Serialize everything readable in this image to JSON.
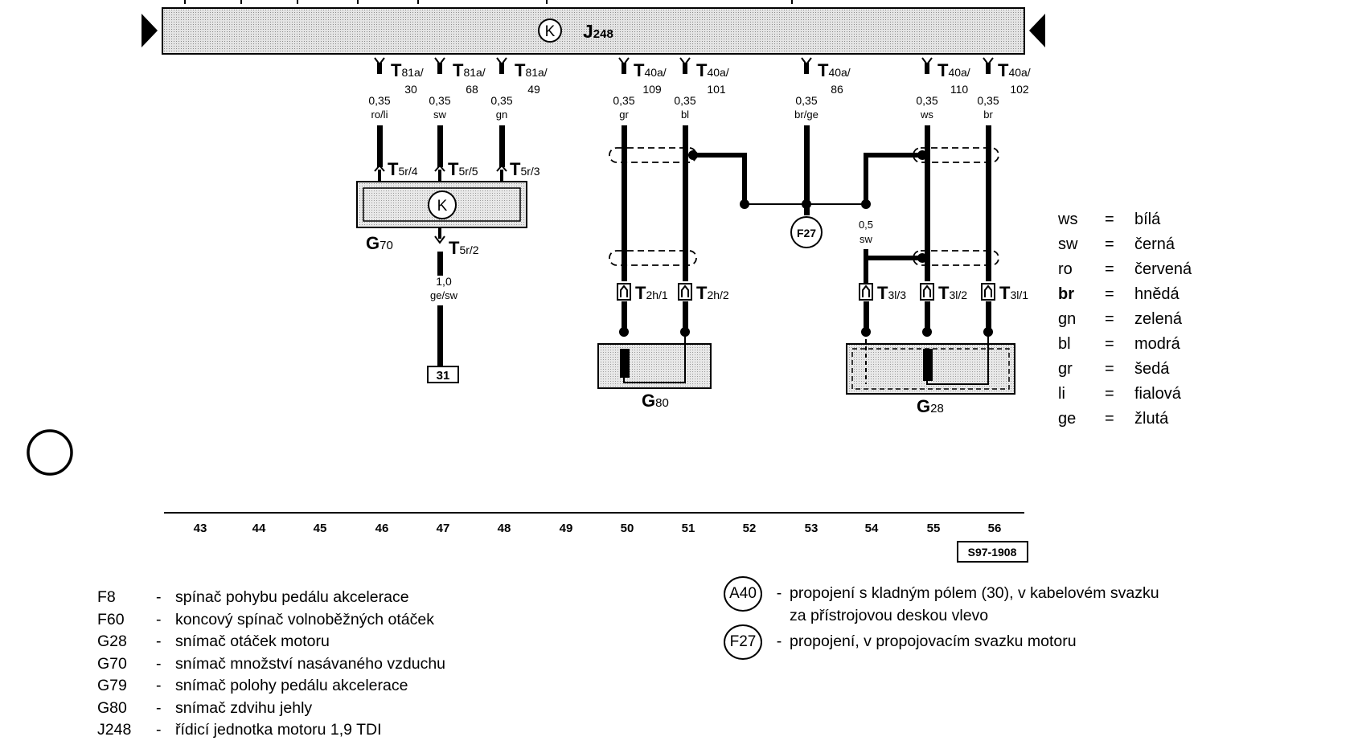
{
  "control_unit": {
    "k_symbol": "K",
    "label": "J",
    "sub": "248"
  },
  "connectors_top": [
    {
      "main": "81a/",
      "pin": "30"
    },
    {
      "main": "81a/",
      "pin": "68"
    },
    {
      "main": "81a/",
      "pin": "49"
    },
    {
      "main": "40a/",
      "pin": "109"
    },
    {
      "main": "40a/",
      "pin": "101"
    },
    {
      "main": "40a/",
      "pin": "86"
    },
    {
      "main": "40a/",
      "pin": "110"
    },
    {
      "main": "40a/",
      "pin": "102"
    }
  ],
  "wires": [
    {
      "size": "0,35",
      "color": "ro/li"
    },
    {
      "size": "0,35",
      "color": "sw"
    },
    {
      "size": "0,35",
      "color": "gn"
    },
    {
      "size": "0,35",
      "color": "gr"
    },
    {
      "size": "0,35",
      "color": "bl"
    },
    {
      "size": "0,35",
      "color": "br/ge"
    },
    {
      "size": "0,35",
      "color": "ws"
    },
    {
      "size": "0,35",
      "color": "br"
    }
  ],
  "g70_pins": [
    "5r/4",
    "5r/5",
    "5r/3"
  ],
  "g70_bottom_pin": "5r/2",
  "g70_label": {
    "main": "G",
    "sub": "70"
  },
  "g70_wire": {
    "size": "1,0",
    "color": "ge/sw"
  },
  "ground_label": "31",
  "f27_label": "F27",
  "shield_wire": {
    "size": "0,5",
    "color": "sw"
  },
  "g80_pins": [
    "2h/1",
    "2h/2"
  ],
  "g28_pins": [
    "3l/3",
    "3l/2",
    "3l/1"
  ],
  "g80_label": {
    "main": "G",
    "sub": "80"
  },
  "g28_label": {
    "main": "G",
    "sub": "28"
  },
  "tracks": [
    "43",
    "44",
    "45",
    "46",
    "47",
    "48",
    "49",
    "50",
    "51",
    "52",
    "53",
    "54",
    "55",
    "56"
  ],
  "ref_code": "S97-1908",
  "color_legend": [
    {
      "code": "ws",
      "name": "bílá"
    },
    {
      "code": "sw",
      "name": "černá"
    },
    {
      "code": "ro",
      "name": "červená"
    },
    {
      "code": "br",
      "name": "hnědá"
    },
    {
      "code": "gn",
      "name": "zelená"
    },
    {
      "code": "bl",
      "name": "modrá"
    },
    {
      "code": "gr",
      "name": "šedá"
    },
    {
      "code": "li",
      "name": "fialová"
    },
    {
      "code": "ge",
      "name": "žlutá"
    }
  ],
  "components": [
    {
      "code": "F8",
      "desc": "spínač pohybu pedálu akcelerace"
    },
    {
      "code": "F60",
      "desc": "koncový spínač volnoběžných otáček"
    },
    {
      "code": "G28",
      "desc": "snímač otáček motoru"
    },
    {
      "code": "G70",
      "desc": "snímač množství nasávaného vzduchu"
    },
    {
      "code": "G79",
      "desc": "snímač polohy pedálu akcelerace"
    },
    {
      "code": "G80",
      "desc": "snímač zdvihu jehly"
    },
    {
      "code": "J248",
      "desc": "řídicí jednotka motoru 1,9 TDI"
    }
  ],
  "connections": [
    {
      "code": "A40",
      "line1": "propojení s kladným pólem (30), v kabelovém svazku",
      "line2": "za přístrojovou deskou vlevo"
    },
    {
      "code": "F27",
      "line1": "propojení, v propojovacím svazku motoru",
      "line2": ""
    }
  ]
}
